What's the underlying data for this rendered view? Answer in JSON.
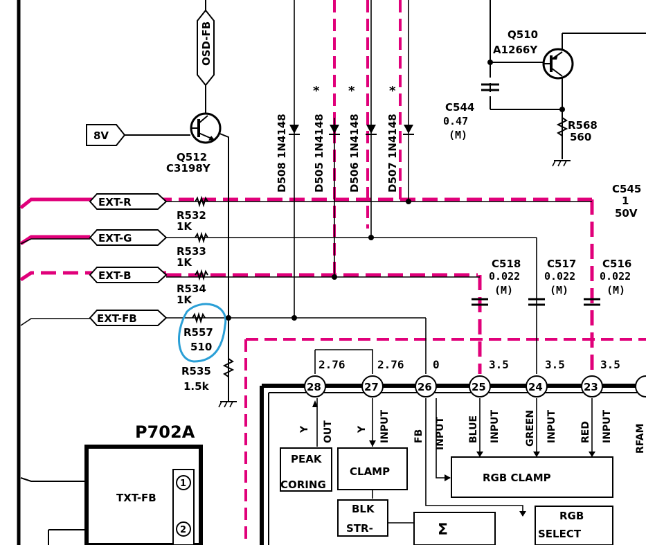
{
  "colors": {
    "highlight": "#e0007a",
    "annotation_circle": "#2a9fd6",
    "ink": "#000000"
  },
  "connectors": {
    "osd_fb": "OSD-FB",
    "v8": "8V",
    "ext_r": "EXT-R",
    "ext_g": "EXT-G",
    "ext_b": "EXT-B",
    "ext_fb": "EXT-FB"
  },
  "transistors": {
    "q512_name": "Q512",
    "q512_part": "C3198Y",
    "q510_name": "Q510",
    "q510_part": "A1266Y"
  },
  "resistors": {
    "r532_name": "R532",
    "r532_value": "1K",
    "r533_name": "R533",
    "r533_value": "1K",
    "r534_name": "R534",
    "r534_value": "1K",
    "r557_name": "R557",
    "r557_value": "510",
    "r535_name": "R535",
    "r535_value": "1.5k",
    "r568_name": "R568",
    "r568_value": "560"
  },
  "capacitors": {
    "c544_name": "C544",
    "c544_value": "0.47",
    "c544_tol": "(M)",
    "c545_name": "C545",
    "c545_value": "1",
    "c545_volt": "50V",
    "c518_name": "C518",
    "c518_value": "0.022",
    "c518_tol": "(M)",
    "c517_name": "C517",
    "c517_value": "0.022",
    "c517_tol": "(M)",
    "c516_name": "C516",
    "c516_value": "0.022",
    "c516_tol": "(M)"
  },
  "diodes": {
    "d508": "D508 1N4148",
    "d505": "D505 1N4148",
    "d506": "D506 1N4148",
    "d507": "D507 1N4148",
    "star": "*"
  },
  "ic": {
    "pins": [
      "28",
      "27",
      "26",
      "25",
      "24",
      "23"
    ],
    "voltages": [
      "2.76",
      "2.76",
      "0",
      "3.5",
      "3.5",
      "3.5"
    ],
    "pin_labels": {
      "p28_a": "Y",
      "p28_b": "OUT",
      "p27_a": "Y",
      "p27_b": "INPUT",
      "p26_a": "FB",
      "p26_b": "INPUT",
      "p25_a": "BLUE",
      "p25_b": "INPUT",
      "p24_a": "GREEN",
      "p24_b": "INPUT",
      "p23_a": "RED",
      "p23_b": "INPUT",
      "p22_a": "RFAM"
    },
    "blocks": {
      "peak": "PEAK",
      "coring": "CORING",
      "clamp": "CLAMP",
      "blk": "BLK",
      "str": "STR-",
      "sigma": "Σ",
      "rgb_clamp": "RGB CLAMP",
      "rgb": "RGB",
      "select": "SELECT"
    }
  },
  "connector_p702a": {
    "name": "P702A",
    "signal": "TXT-FB",
    "pin1": "1",
    "pin2": "2"
  }
}
